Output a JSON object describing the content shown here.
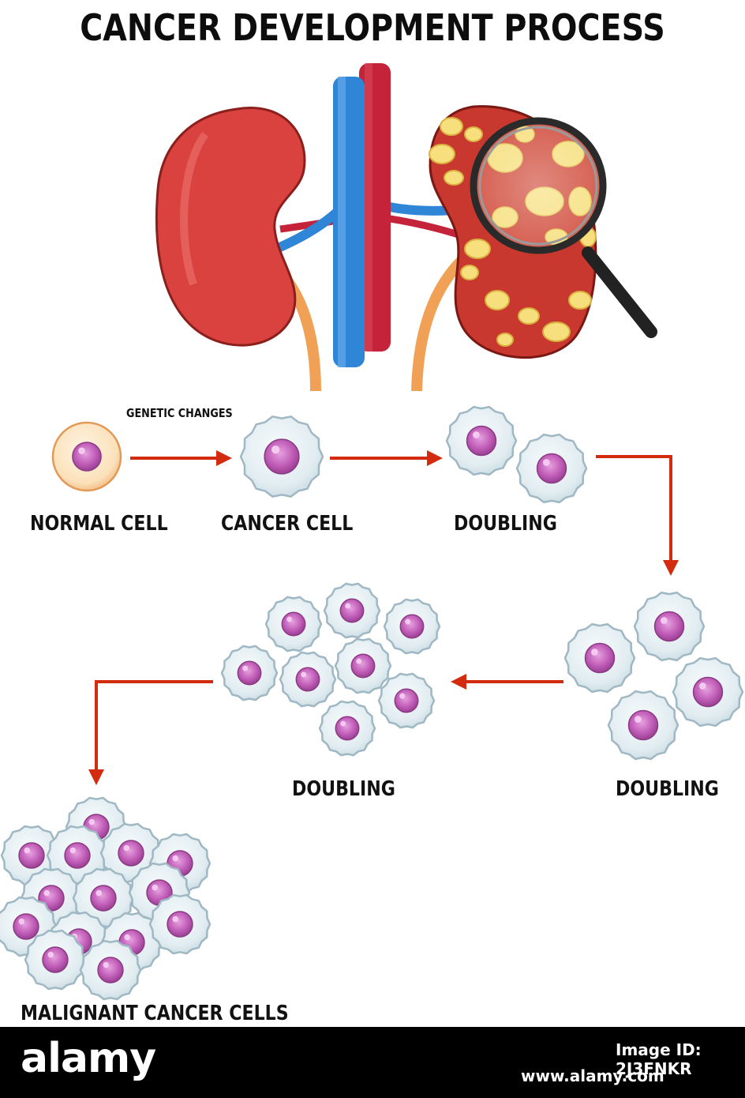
{
  "title": "CANCER DEVELOPMENT PROCESS",
  "labels": {
    "genetic_changes": "GENETIC CHANGES",
    "normal_cell": "NORMAL CELL",
    "cancer_cell": "CANCER CELL",
    "doubling_1": "DOUBLING",
    "doubling_2": "DOUBLING",
    "doubling_3": "DOUBLING",
    "malignant": "MALIGNANT CANCER CELLS"
  },
  "footer": {
    "brand": "alamy",
    "image_id": "Image ID: 2J3FNKR",
    "site": "www.alamy.com"
  },
  "colors": {
    "arrow": "#d22b10",
    "kidney_healthy": "#d9423f",
    "kidney_cancer": "#c8382f",
    "tumor": "#f6df7c",
    "vein": "#2f86d6",
    "artery": "#c4233a",
    "ureter": "#f0a155",
    "cell_body": "#e3eef2",
    "cell_edge": "#9fb8c4",
    "nucleus": "#c25fb9",
    "normal_cell_body": "#fbe3bf",
    "normal_cell_edge": "#e39a57"
  }
}
